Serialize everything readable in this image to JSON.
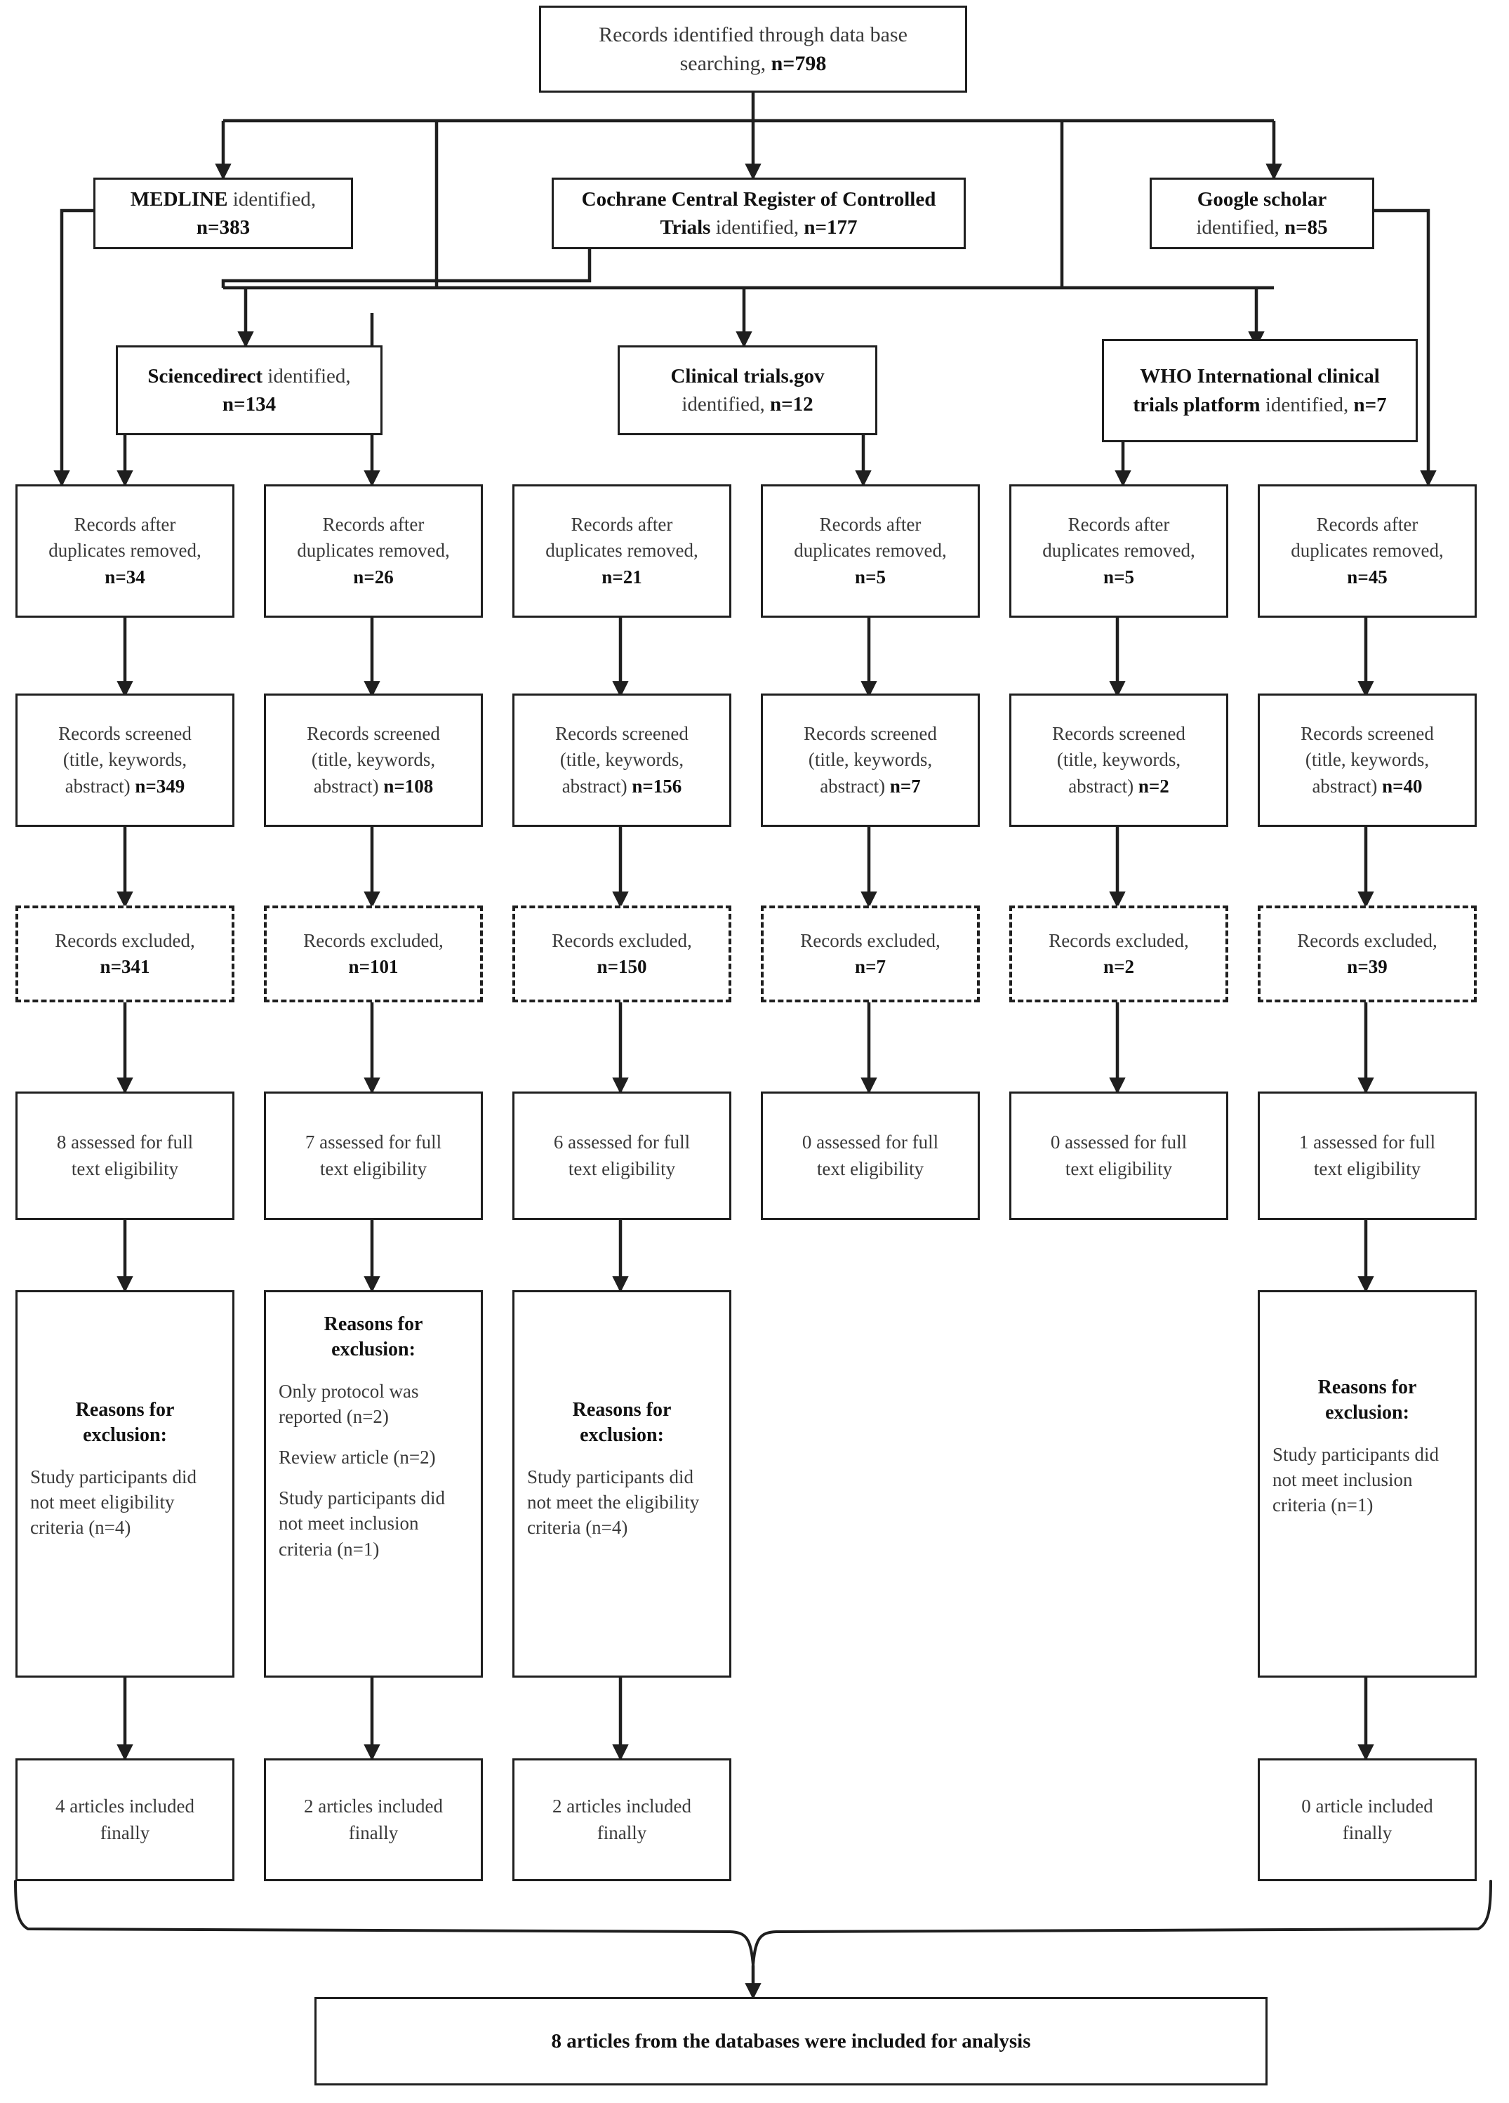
{
  "diagram": {
    "title": "PRISMA study selection flow diagram",
    "line_color": "#1f1f1f",
    "text_color": "#3a3a3a",
    "emphasis_color": "#111111",
    "background": "#ffffff"
  },
  "identification": {
    "top": {
      "line1": "Records identified through data base",
      "line2_text": "searching, ",
      "line2_n": "n=798"
    }
  },
  "sources": {
    "medline": {
      "name": "MEDLINE",
      "rest": " identified,",
      "n": "n=383"
    },
    "cochrane": {
      "name": "Cochrane Central Register of Controlled",
      "name2": "Trials",
      "rest": " identified, ",
      "n": "n=177"
    },
    "google": {
      "name": "Google scholar",
      "rest": "identified, ",
      "n": "n=85"
    },
    "sciencedirect": {
      "name": "Sciencedirect",
      "rest": " identified,",
      "n": "n=134"
    },
    "clinicaltrials": {
      "name": "Clinical trials.gov",
      "rest": "identified, ",
      "n": "n=12"
    },
    "who": {
      "name": "WHO International clinical",
      "name2": "trials platform",
      "rest": " identified, ",
      "n": "n=7"
    }
  },
  "columns": [
    {
      "id": "medline",
      "duplicates": {
        "l1": "Records after",
        "l2": "duplicates removed,",
        "n": "n=34"
      },
      "screened": {
        "l1": "Records screened",
        "l2": "(title, keywords,",
        "l3": "abstract) ",
        "n": "n=349"
      },
      "excluded": {
        "l1": "Records excluded,",
        "n": "n=341"
      },
      "assessed": {
        "l1": "8 assessed for full",
        "l2": "text eligibility"
      },
      "reasons": {
        "title1": "Reasons for",
        "title2": "exclusion:",
        "items": [
          "Study participants did not meet eligibility criteria (n=4)"
        ]
      },
      "included": {
        "l1": "4 articles included",
        "l2": "finally"
      }
    },
    {
      "id": "cochrane",
      "duplicates": {
        "l1": "Records after",
        "l2": "duplicates removed,",
        "n": "n=26"
      },
      "screened": {
        "l1": "Records screened",
        "l2": "(title, keywords,",
        "l3": "abstract) ",
        "n": "n=108"
      },
      "excluded": {
        "l1": "Records excluded,",
        "n": "n=101"
      },
      "assessed": {
        "l1": "7 assessed for full",
        "l2": "text eligibility"
      },
      "reasons": {
        "title1": "Reasons for",
        "title2": "exclusion:",
        "items": [
          "Only protocol was reported (n=2)",
          "Review article (n=2)",
          "Study participants did not meet inclusion criteria (n=1)"
        ]
      },
      "included": {
        "l1": "2 articles included",
        "l2": "finally"
      }
    },
    {
      "id": "google",
      "duplicates": {
        "l1": "Records after",
        "l2": "duplicates removed,",
        "n": "n=21"
      },
      "screened": {
        "l1": "Records screened",
        "l2": "(title, keywords,",
        "l3": "abstract) ",
        "n": "n=156"
      },
      "excluded": {
        "l1": "Records excluded,",
        "n": "n=150"
      },
      "assessed": {
        "l1": "6 assessed for full",
        "l2": "text eligibility"
      },
      "reasons": {
        "title1": "Reasons for",
        "title2": "exclusion:",
        "items": [
          "Study participants did not meet the eligibility criteria (n=4)"
        ]
      },
      "included": {
        "l1": "2 articles included",
        "l2": "finally"
      }
    },
    {
      "id": "sciencedirect",
      "duplicates": {
        "l1": "Records after",
        "l2": "duplicates removed,",
        "n": "n=5"
      },
      "screened": {
        "l1": "Records screened",
        "l2": "(title, keywords,",
        "l3": "abstract) ",
        "n": "n=7"
      },
      "excluded": {
        "l1": "Records excluded,",
        "n": "n=7"
      },
      "assessed": {
        "l1": "0 assessed for full",
        "l2": "text eligibility"
      },
      "reasons": null,
      "included": null
    },
    {
      "id": "clinicaltrials",
      "duplicates": {
        "l1": "Records after",
        "l2": "duplicates removed,",
        "n": "n=5"
      },
      "screened": {
        "l1": "Records screened",
        "l2": "(title, keywords,",
        "l3": "abstract) ",
        "n": "n=2"
      },
      "excluded": {
        "l1": "Records excluded,",
        "n": "n=2"
      },
      "assessed": {
        "l1": "0 assessed for full",
        "l2": "text eligibility"
      },
      "reasons": null,
      "included": null
    },
    {
      "id": "who",
      "duplicates": {
        "l1": "Records after",
        "l2": "duplicates removed,",
        "n": "n=45"
      },
      "screened": {
        "l1": "Records screened",
        "l2": "(title, keywords,",
        "l3": "abstract) ",
        "n": "n=40"
      },
      "excluded": {
        "l1": "Records excluded,",
        "n": "n=39"
      },
      "assessed": {
        "l1": "1 assessed for full",
        "l2": "text eligibility"
      },
      "reasons": {
        "title1": "Reasons for",
        "title2": "exclusion:",
        "items": [
          "Study participants did not meet inclusion criteria (n=1)"
        ]
      },
      "included": {
        "l1": "0 article included",
        "l2": "finally"
      }
    }
  ],
  "summary": {
    "text": "8 articles from the databases were included for analysis"
  }
}
